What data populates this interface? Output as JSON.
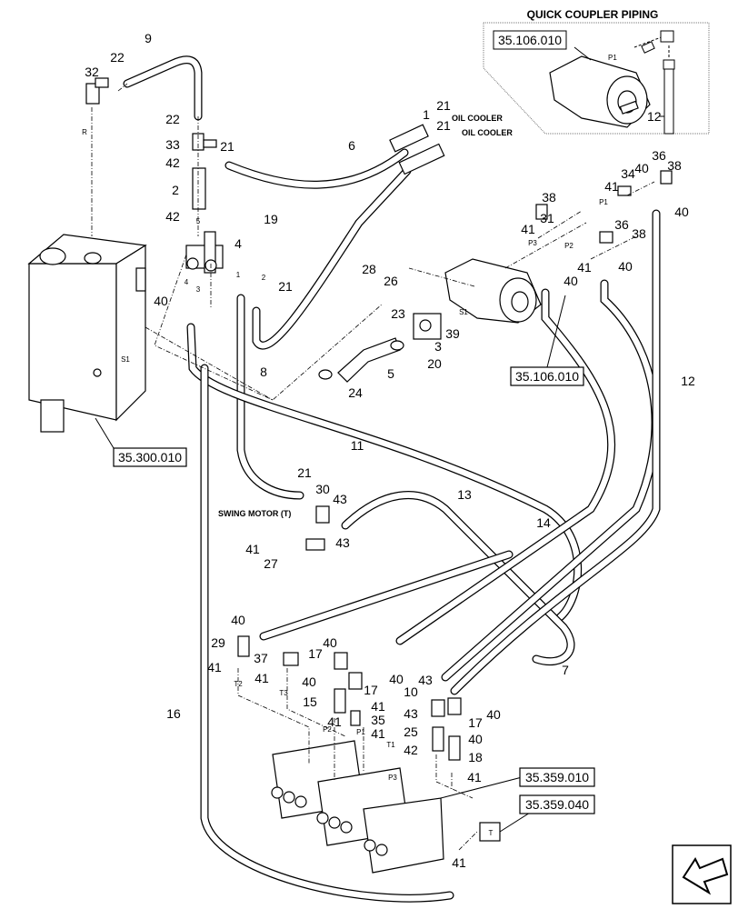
{
  "inset": {
    "title": "QUICK COUPLER PIPING",
    "ref": "35.106.010",
    "port": "P1",
    "callout": "12"
  },
  "reference_boxes": [
    "35.106.010",
    "35.300.010",
    "35.359.010",
    "35.359.040"
  ],
  "text_labels": {
    "oil_cooler_1": "OIL COOLER",
    "oil_cooler_2": "OIL COOLER",
    "swing_motor": "SWING MOTOR (T)"
  },
  "callouts": [
    "9",
    "22",
    "32",
    "22",
    "33",
    "21",
    "42",
    "2",
    "42",
    "19",
    "4",
    "1",
    "21",
    "21",
    "6",
    "40",
    "21",
    "8",
    "28",
    "26",
    "23",
    "3",
    "39",
    "20",
    "5",
    "24",
    "11",
    "13",
    "14",
    "12",
    "7",
    "21",
    "30",
    "43",
    "43",
    "41",
    "27",
    "40",
    "29",
    "37",
    "41",
    "41",
    "40",
    "17",
    "40",
    "17",
    "40",
    "15",
    "41",
    "35",
    "41",
    "41",
    "43",
    "10",
    "43",
    "25",
    "42",
    "40",
    "17",
    "40",
    "18",
    "41",
    "38",
    "31",
    "41",
    "34",
    "40",
    "36",
    "38",
    "41",
    "36",
    "38",
    "41",
    "40",
    "40",
    "40",
    "16",
    "41"
  ],
  "port_marks": [
    "R",
    "5",
    "4",
    "3",
    "1",
    "2",
    "S1",
    "S1",
    "T2",
    "T3",
    "P2",
    "P1",
    "T1",
    "P3",
    "P3",
    "P1",
    "P2",
    "T"
  ],
  "colors": {
    "line": "#000000",
    "background": "#ffffff"
  }
}
